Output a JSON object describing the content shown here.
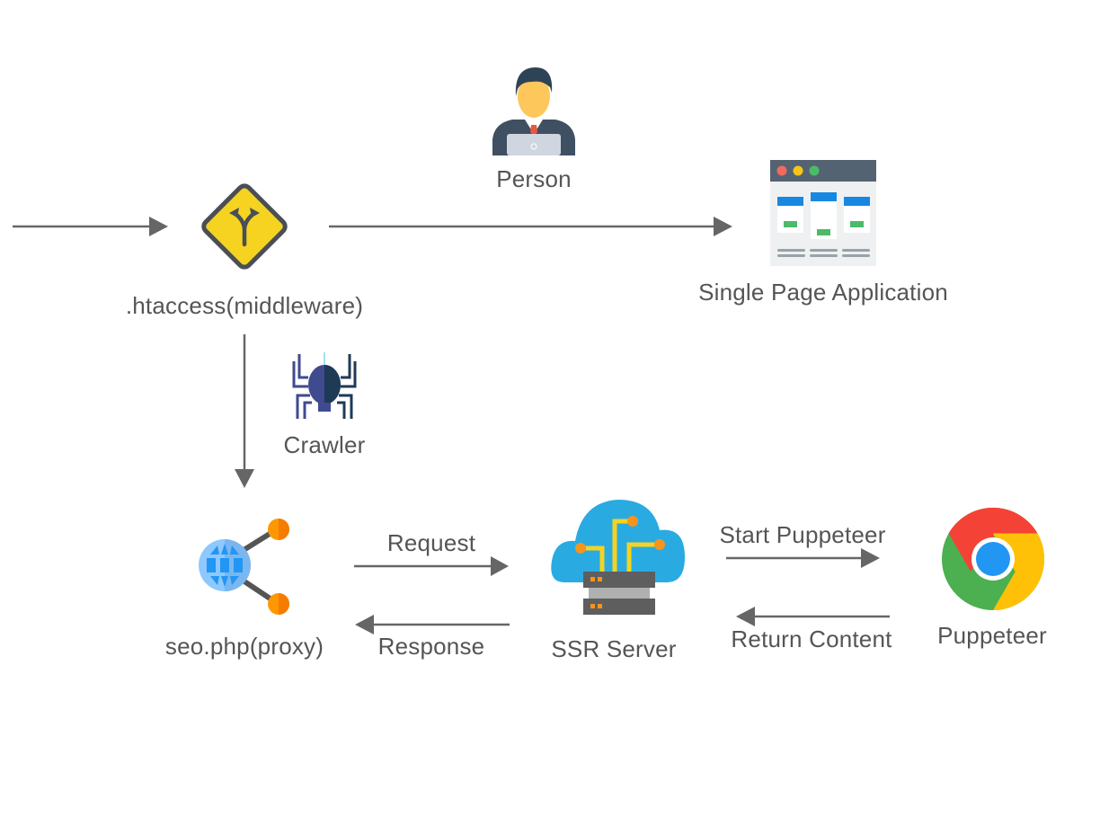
{
  "diagram": {
    "title": "SEO SSR proxy flow",
    "nodes": {
      "htaccess": {
        "label": ".htaccess(middleware)",
        "icon": "road-fork-sign-icon"
      },
      "person": {
        "label": "Person",
        "icon": "person-laptop-icon"
      },
      "spa": {
        "label": "Single Page Application",
        "icon": "browser-window-icon"
      },
      "crawler": {
        "label": "Crawler",
        "icon": "spider-icon"
      },
      "proxy": {
        "label": "seo.php(proxy)",
        "icon": "globe-share-icon"
      },
      "ssr": {
        "label": "SSR Server",
        "icon": "cloud-server-icon"
      },
      "puppeteer": {
        "label": "Puppeteer",
        "icon": "chrome-icon"
      }
    },
    "edges": {
      "request": "Request",
      "response": "Response",
      "start_puppeteer": "Start Puppeteer",
      "return_content": "Return Content"
    },
    "colors": {
      "arrow": "#666666",
      "text": "#555555",
      "sign_yellow": "#F5D320",
      "sign_border": "#4A4E57",
      "chrome_red": "#F44336",
      "chrome_green": "#4CAF50",
      "chrome_yellow": "#FFC107",
      "chrome_blue": "#2196F3",
      "cloud_blue": "#29ABE2",
      "orange": "#F7941D"
    }
  }
}
